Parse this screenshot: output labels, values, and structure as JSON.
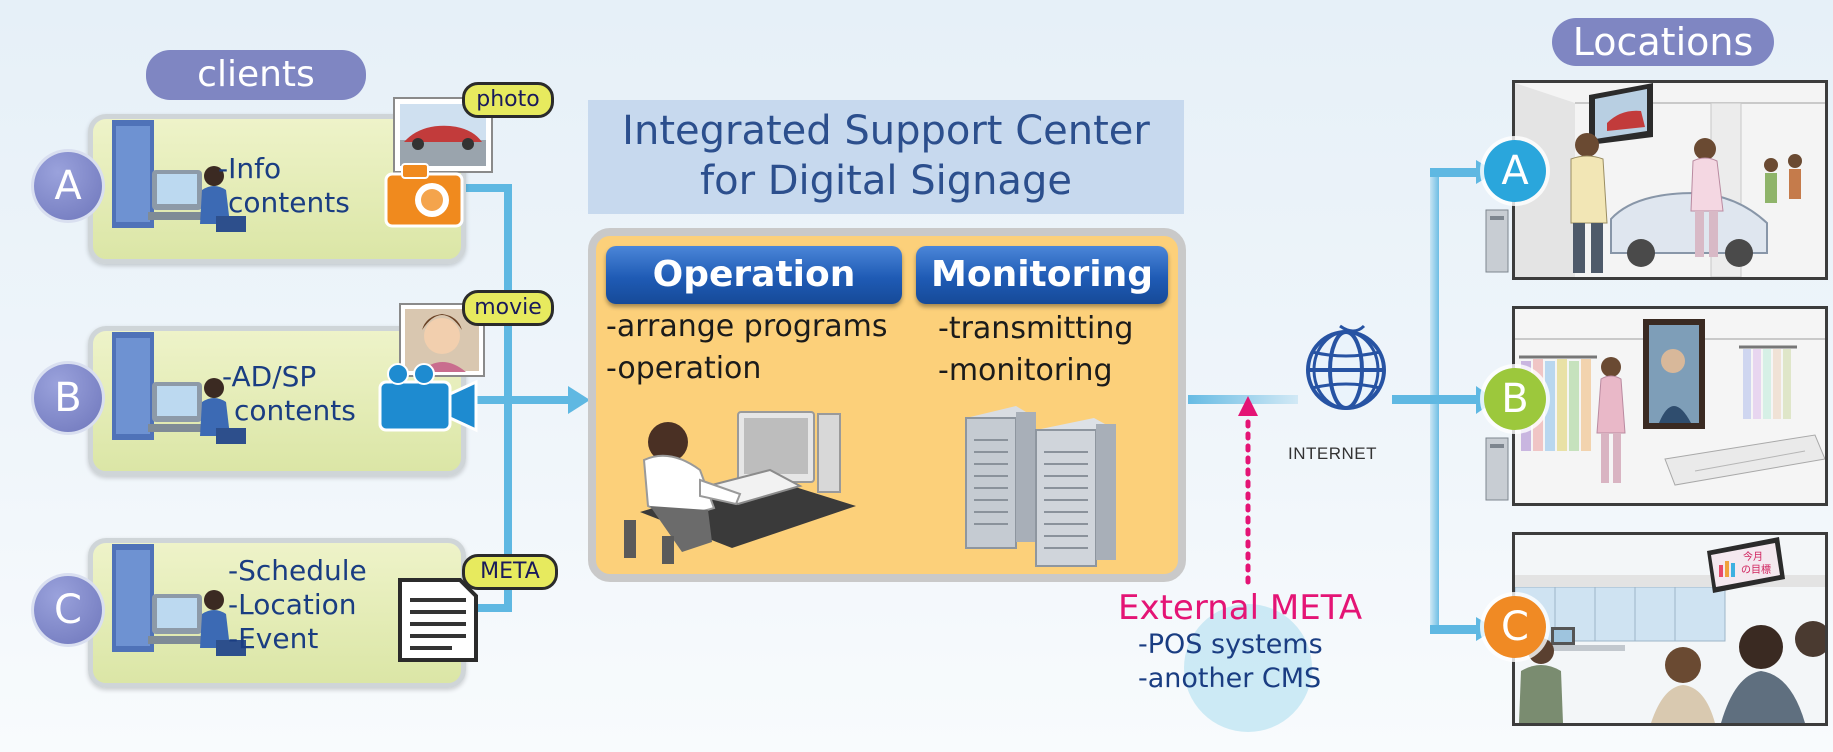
{
  "clients_label": "clients",
  "locations_label": "Locations",
  "clients": [
    {
      "letter": "A",
      "lines": [
        "-Info",
        "contents"
      ],
      "tag": "photo"
    },
    {
      "letter": "B",
      "lines": [
        "-AD/SP",
        "contents"
      ],
      "tag": "movie"
    },
    {
      "letter": "C",
      "lines": [
        "-Schedule",
        "-Location",
        "-Event"
      ],
      "tag": "META"
    }
  ],
  "center": {
    "title_line1": "Integrated Support Center",
    "title_line2": "for Digital Signage",
    "operation": {
      "label": "Operation",
      "items": [
        "-arrange programs",
        "-operation"
      ]
    },
    "monitoring": {
      "label": "Monitoring",
      "items": [
        "-transmitting",
        "-monitoring"
      ]
    }
  },
  "internet_label": "INTERNET",
  "external_meta": {
    "title": "External META",
    "items": [
      "-POS systems",
      "-another CMS"
    ]
  },
  "locations": [
    {
      "letter": "A",
      "color": "#2aa6dc"
    },
    {
      "letter": "B",
      "color": "#9cc83c"
    },
    {
      "letter": "C",
      "color": "#f08a24"
    }
  ],
  "location_c_sign": [
    "今月",
    "の目標"
  ],
  "colors": {
    "pipe": "#5fb8e2",
    "arrow": "#66c1ee",
    "dotted": "#e41475"
  }
}
